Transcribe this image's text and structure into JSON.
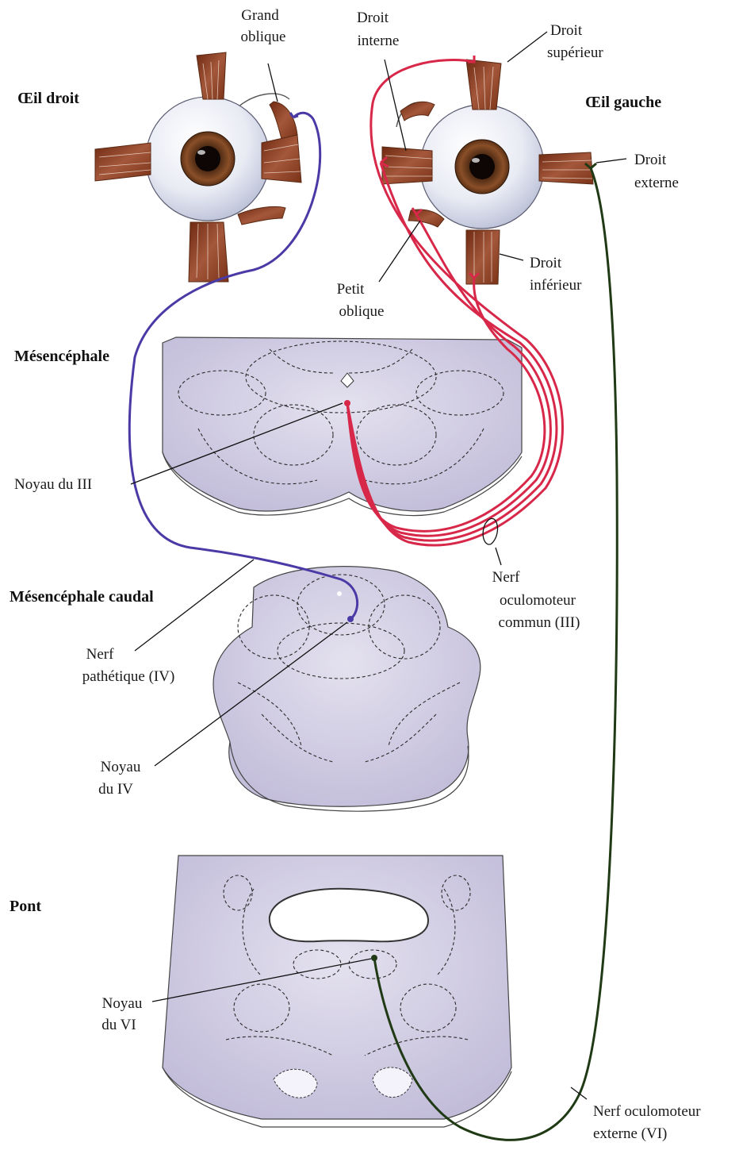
{
  "colors": {
    "oculomotor_nerve": "#d8284a",
    "trochlear_nerve": "#4a3aa6",
    "abducens_nerve": "#1f3a14",
    "tissue": "#cfcbe3",
    "muscle": "#8a3b1f"
  },
  "titles": {
    "right_eye": "Œil droit",
    "left_eye": "Œil gauche",
    "midbrain": "Mésencéphale",
    "caudal_midbrain": "Mésencéphale caudal",
    "pons": "Pont"
  },
  "labels": {
    "superior_oblique": [
      "Grand",
      "oblique"
    ],
    "medial_rectus": [
      "Droit",
      "interne"
    ],
    "superior_rectus": [
      "Droit",
      "supérieur"
    ],
    "lateral_rectus": [
      "Droit",
      "externe"
    ],
    "inferior_rectus": [
      "Droit",
      "inférieur"
    ],
    "inferior_oblique": [
      "Petit",
      "oblique"
    ],
    "nucleus_iii": "Noyau du III",
    "oculomotor_nerve": [
      "Nerf",
      "oculomoteur",
      "commun (III)"
    ],
    "trochlear_nerve": [
      "Nerf",
      "pathétique (IV)"
    ],
    "nucleus_iv": [
      "Noyau",
      "du IV"
    ],
    "nucleus_vi": [
      "Noyau",
      "du VI"
    ],
    "abducens_nerve": [
      "Nerf oculomoteur",
      "externe (VI)"
    ]
  }
}
